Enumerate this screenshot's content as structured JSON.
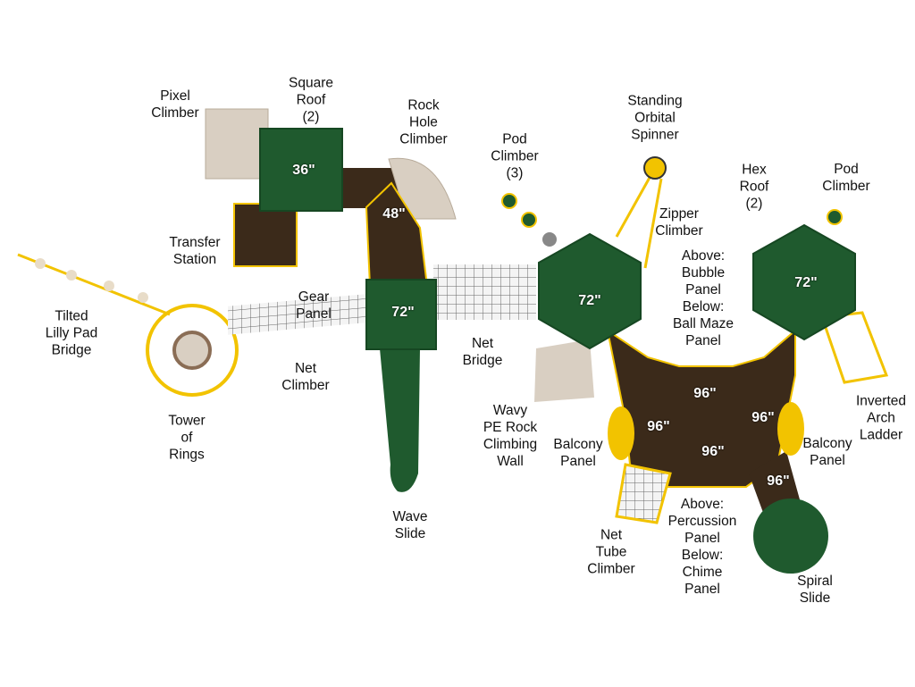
{
  "labels": {
    "pixel_climber": "Pixel\nClimber",
    "square_roof": "Square\nRoof\n(2)",
    "rock_hole_climber": "Rock\nHole\nClimber",
    "pod_climber_3": "Pod\nClimber\n(3)",
    "standing_orbital_spinner": "Standing\nOrbital\nSpinner",
    "hex_roof": "Hex\nRoof\n(2)",
    "pod_climber": "Pod\nClimber",
    "transfer_station": "Transfer\nStation",
    "zipper_climber": "Zipper\nClimber",
    "gear_panel": "Gear\nPanel",
    "bubble_ball_maze": "Above:\nBubble\nPanel\nBelow:\nBall Maze\nPanel",
    "tilted_lilly_pad_bridge": "Tilted\nLilly Pad\nBridge",
    "net_climber": "Net\nClimber",
    "net_bridge": "Net\nBridge",
    "tower_of_rings": "Tower\nof\nRings",
    "wavy_rock_wall": "Wavy\nPE Rock\nClimbing\nWall",
    "balcony_panel_left": "Balcony\nPanel",
    "balcony_panel_right": "Balcony\nPanel",
    "inverted_arch_ladder": "Inverted\nArch\nLadder",
    "wave_slide": "Wave\nSlide",
    "net_tube_climber": "Net\nTube\nClimber",
    "percussion_chime": "Above:\nPercussion\nPanel\nBelow:\nChime\nPanel",
    "spiral_slide": "Spiral\nSlide"
  },
  "heights": {
    "square_roof_left": "36\"",
    "deck_48": "48\"",
    "square_roof_mid": "72\"",
    "hex_roof_left": "72\"",
    "hex_roof_right": "72\"",
    "deck_96_top": "96\"",
    "deck_96_left": "96\"",
    "deck_96_right": "96\"",
    "deck_96_center": "96\"",
    "deck_96_slide": "96\""
  },
  "colors": {
    "roof": "#1f5a2e",
    "deck": "#3b2a1a",
    "post": "#f2c300",
    "rock": "#d9cfc2"
  }
}
